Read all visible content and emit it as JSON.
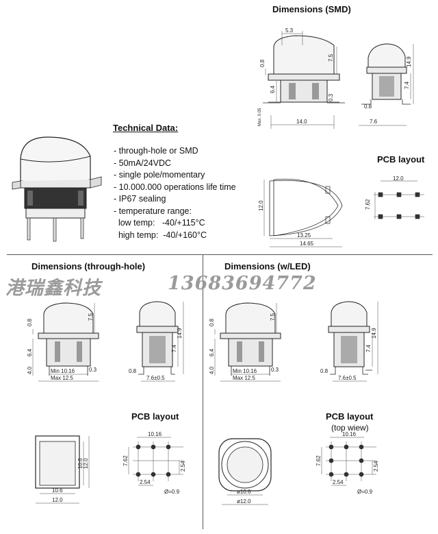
{
  "headings": {
    "smd": "Dimensions (SMD)",
    "technical": "Technical Data:",
    "pcb_smd": "PCB layout",
    "through_hole": "Dimensions (through-hole)",
    "led": "Dimensions (w/LED)",
    "pcb_th": "PCB layout",
    "pcb_led": "PCB layout",
    "pcb_led_sub": "(top wiew)"
  },
  "technical_items": [
    "- through-hole or SMD",
    "- 50mA/24VDC",
    "- single pole/momentary",
    "- 10.000.000 operations life time",
    "- IP67 sealing",
    "- temperature range:",
    "  low temp:   -40/+115°C",
    "  high temp:  -40/+160°C"
  ],
  "watermark": {
    "company": "港瑞鑫科技",
    "phone": "13683694772"
  },
  "dims": {
    "smd_front": {
      "w53": "5.3",
      "h08": "0.8",
      "h75": "7.5",
      "h64": "6.4",
      "h03": "0.3",
      "max": "Max. 0.05",
      "w140": "14.0"
    },
    "smd_side": {
      "h149": "14.9",
      "h74": "7.4",
      "h08": "0.8",
      "w76": "7.6"
    },
    "smd_pcb": {
      "w120": "12.0",
      "h762": "7.62"
    },
    "smd_cap": {
      "h120": "12.0",
      "w1325": "13.25",
      "w1465": "14.65"
    },
    "th_front": {
      "h08": "0.8",
      "h75": "7.5",
      "h64": "6.4",
      "h40": "4.0",
      "h03": "0.3",
      "min": "Min 10.16",
      "max": "Max 12.5"
    },
    "th_side": {
      "h149": "14.9",
      "h74": "7.4",
      "h08": "0.8",
      "w76": "7.6±0.5"
    },
    "led_front": {
      "h08": "0.8",
      "h75": "7.5",
      "h64": "6.4",
      "h40": "4.0",
      "h03": "0.3",
      "min": "Min 10.16",
      "max": "Max 12.5"
    },
    "led_side": {
      "h149": "14.9",
      "h74": "7.4",
      "h08": "0.8",
      "w76": "7.6±0.5"
    },
    "th_square": {
      "w106": "10.6",
      "w120": "12.0",
      "h106": "10.6",
      "h120": "12.0"
    },
    "th_pcb": {
      "w1016": "10.16",
      "h762": "7.62",
      "w254": "2.54",
      "h254": "2.54",
      "dia": "Ø=0.9"
    },
    "led_round": {
      "w106": "ø10.6",
      "w120": "ø12.0"
    },
    "led_pcb": {
      "w1016": "10.16",
      "h762": "7.62",
      "w254": "2.54",
      "h254": "2.54",
      "dia": "Ø=0.9"
    }
  }
}
